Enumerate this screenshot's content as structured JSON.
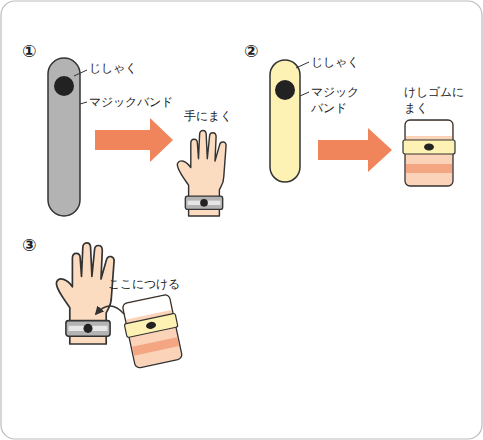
{
  "diagram": {
    "labels": [
      "①",
      "じしゃく",
      "マジックバンド",
      "手にまく",
      "②",
      "じしゃく",
      "マジック バンド",
      "けしゴムに まく",
      "③",
      "ここにつける"
    ]
  }
}
